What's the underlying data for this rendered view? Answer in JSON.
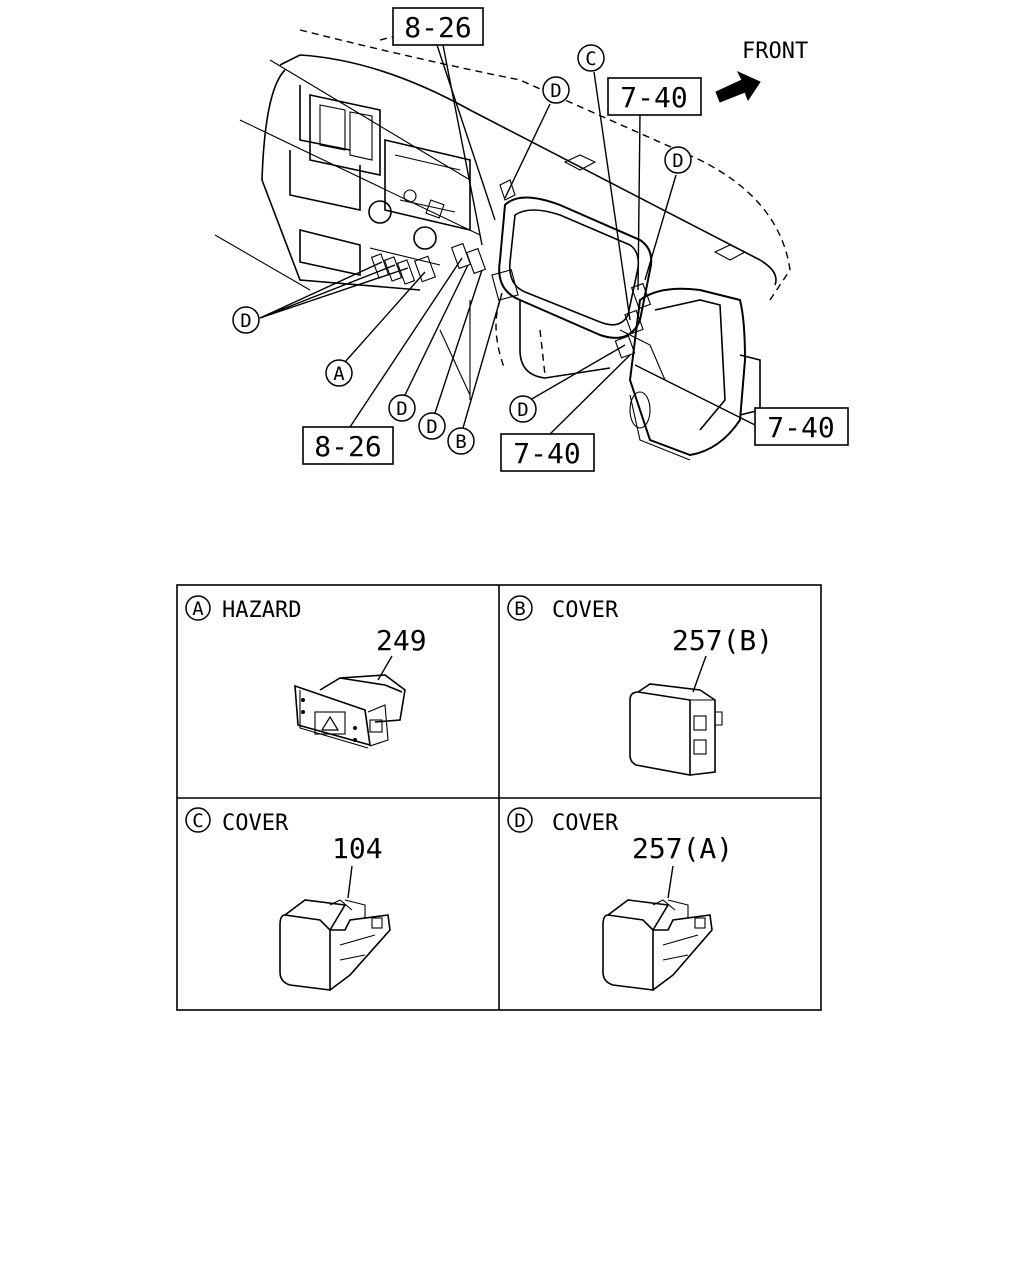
{
  "diagram": {
    "front_label": "FRONT",
    "ref_boxes": [
      "8-26",
      "7-40",
      "7-40",
      "8-26",
      "7-40"
    ],
    "callouts": [
      "D",
      "C",
      "D",
      "D",
      "A",
      "D",
      "D",
      "B",
      "D"
    ]
  },
  "legend": {
    "cells": [
      {
        "letter": "A",
        "title": "HAZARD",
        "part_no": "249"
      },
      {
        "letter": "B",
        "title": "COVER",
        "part_no": "257(B)"
      },
      {
        "letter": "C",
        "title": "COVER",
        "part_no": "104"
      },
      {
        "letter": "D",
        "title": "COVER",
        "part_no": "257(A)"
      }
    ]
  }
}
